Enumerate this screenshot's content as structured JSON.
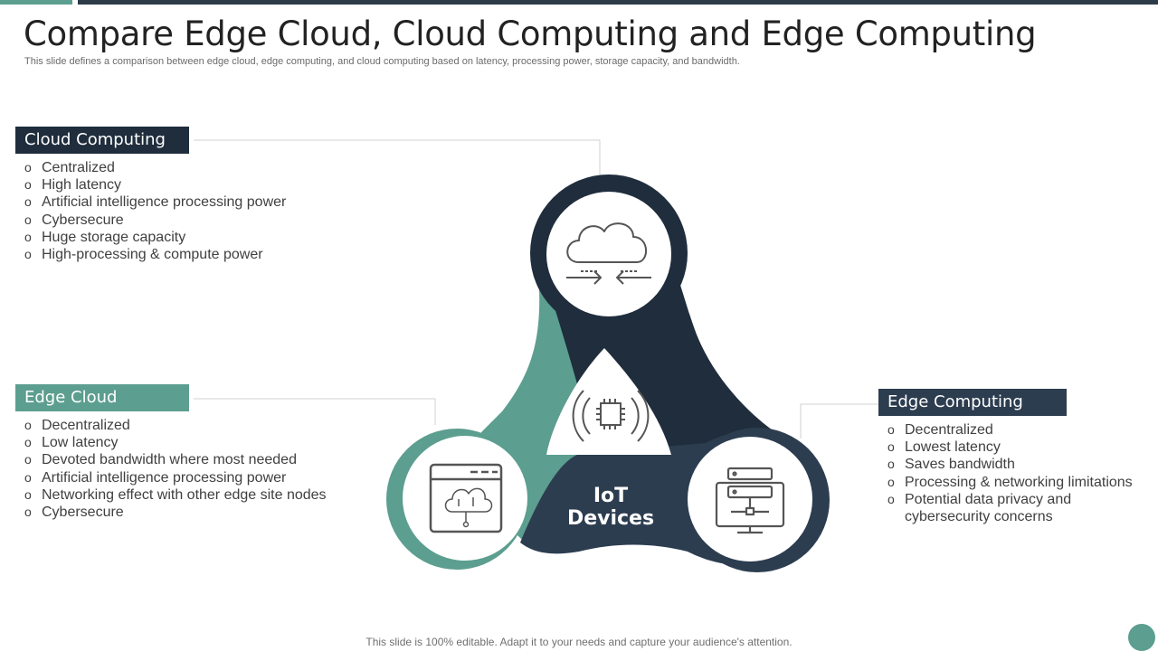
{
  "header": {
    "title": "Compare Edge Cloud, Cloud Computing and Edge Computing",
    "subtitle": "This slide defines a comparison between edge cloud, edge computing, and cloud computing based on latency, processing power, storage capacity, and bandwidth."
  },
  "cloud_computing": {
    "title": "Cloud Computing",
    "items": [
      "Centralized",
      "High latency",
      "Artificial intelligence processing power",
      "Cybersecure",
      "Huge storage capacity",
      "High-processing & compute power"
    ]
  },
  "edge_cloud": {
    "title": "Edge Cloud",
    "items": [
      "Decentralized",
      "Low latency",
      "Devoted bandwidth where most needed",
      "Artificial intelligence processing power",
      "Networking effect with other edge site nodes",
      "Cybersecure"
    ]
  },
  "edge_computing": {
    "title": "Edge Computing",
    "items": [
      "Decentralized",
      "Lowest latency",
      "Saves bandwidth",
      "Processing & networking limitations",
      "Potential data privacy and cybersecurity concerns"
    ]
  },
  "diagram": {
    "center_label": "IoT Devices",
    "icons": {
      "top": "cloud-data-transfer-icon",
      "left": "cloud-network-window-icon",
      "right": "server-rack-monitor-icon",
      "center": "chip-signal-icon"
    }
  },
  "footer": {
    "text": "This slide is 100% editable. Adapt it to your needs and capture your audience's attention."
  },
  "colors": {
    "navy": "#1f2d3c",
    "slate": "#2d3d50",
    "teal": "#5c9e8f",
    "connector": "#d2d2d2",
    "icon": "#555555"
  }
}
